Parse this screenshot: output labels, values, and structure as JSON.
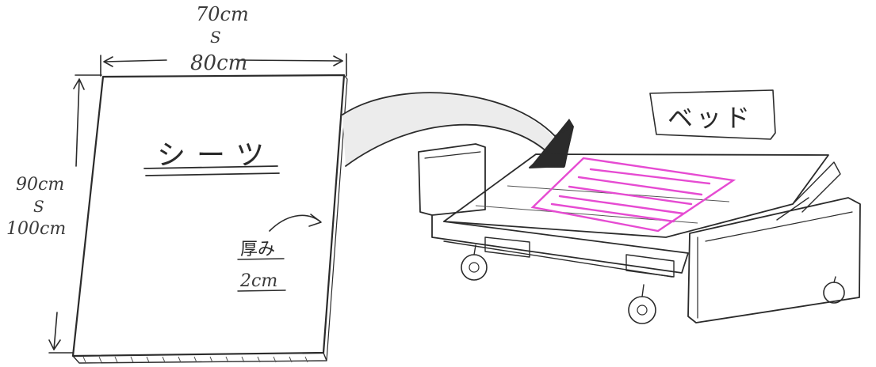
{
  "sheet": {
    "width_top": "70cm",
    "width_range_mark": "S",
    "width_bottom": "80cm",
    "height_top": "90cm",
    "height_range_mark": "S",
    "height_bottom": "100cm",
    "label": "シーツ",
    "thickness_label": "厚み",
    "thickness_value": "2cm"
  },
  "bed": {
    "label": "ベッド",
    "sheet_color": "#e64bd2"
  }
}
